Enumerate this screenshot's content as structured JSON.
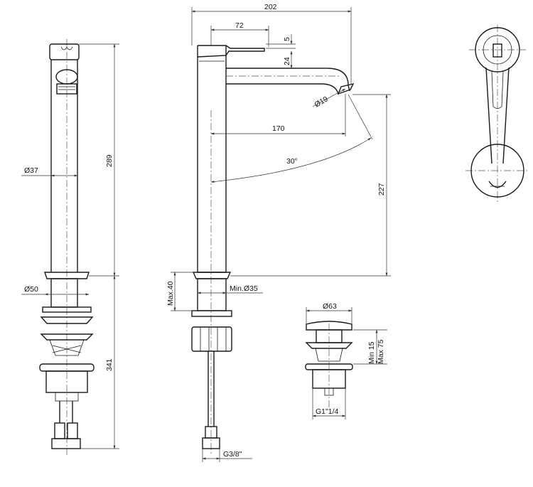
{
  "dimensions": {
    "overall_width": "202",
    "spout_reach_top": "72",
    "lever_offset": "5",
    "lever_height": "24",
    "outlet_diameter": "Ø19",
    "spout_length": "170",
    "rotation_angle": "30°",
    "spout_height": "227",
    "body_height": "289",
    "body_diameter": "Ø37",
    "base_diameter": "Ø50",
    "total_below": "341",
    "max_deck": "Max.40",
    "min_hole": "Min.Ø35",
    "waste_diameter": "Ø63",
    "waste_min": "Min 15",
    "waste_max": "Max 75",
    "waste_thread": "G1\"1/4",
    "hose_thread": "G3/8\""
  }
}
